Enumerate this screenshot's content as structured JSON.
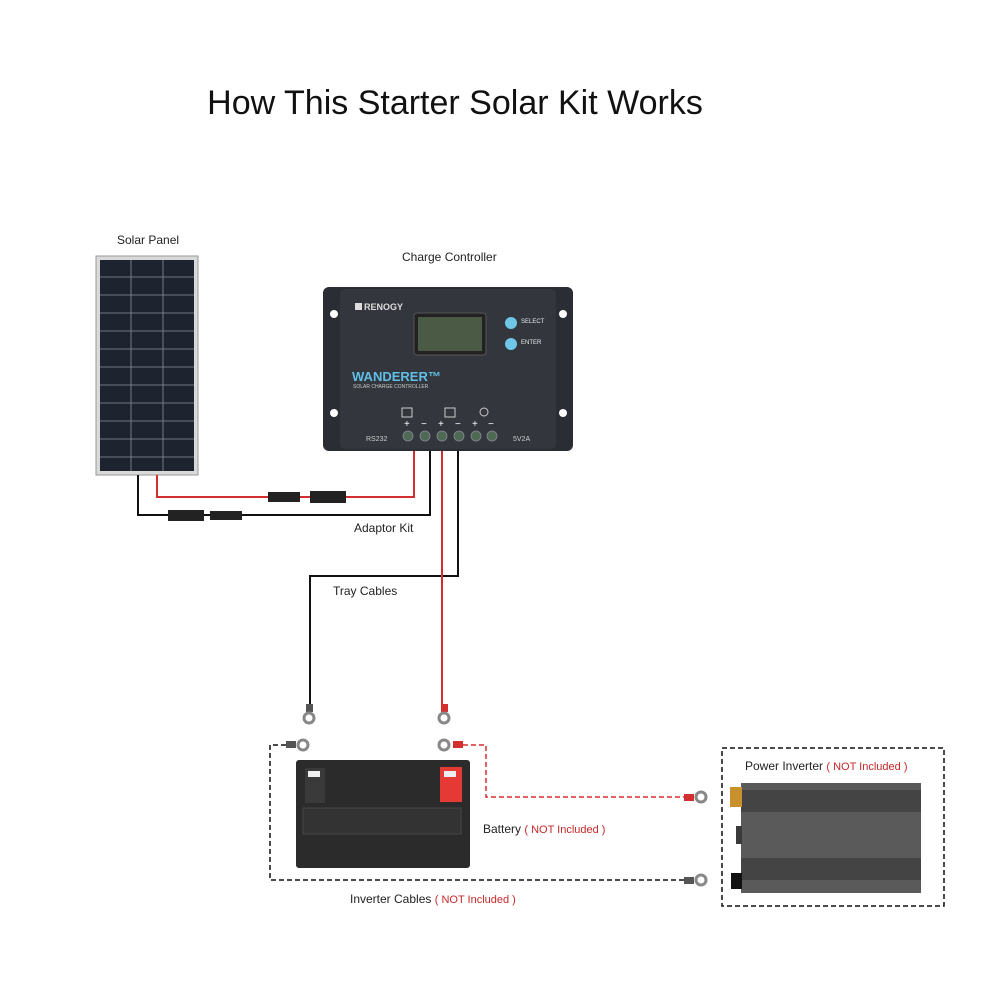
{
  "title": "How This Starter Solar Kit Works",
  "labels": {
    "solar_panel": "Solar Panel",
    "charge_controller": "Charge Controller",
    "adaptor_kit": "Adaptor Kit",
    "tray_cables": "Tray Cables",
    "battery": "Battery",
    "battery_note": "( NOT Included )",
    "power_inverter": "Power Inverter",
    "power_inverter_note": "( NOT Included )",
    "inverter_cables": "Inverter Cables",
    "inverter_cables_note": "( NOT Included )"
  },
  "controller": {
    "brand": "RENOGY",
    "model": "WANDERER™",
    "subtitle": "SOLAR CHARGE CONTROLLER",
    "select_label": "SELECT",
    "enter_label": "ENTER",
    "port_left": "RS232",
    "port_right": "5V2A",
    "terminal_signs": [
      "+",
      "−",
      "+",
      "−",
      "+",
      "−"
    ]
  },
  "colors": {
    "positive_wire": "#d32f2f",
    "negative_wire": "#111111",
    "accent_blue": "#4fb3d9",
    "note_red": "#c62828"
  }
}
